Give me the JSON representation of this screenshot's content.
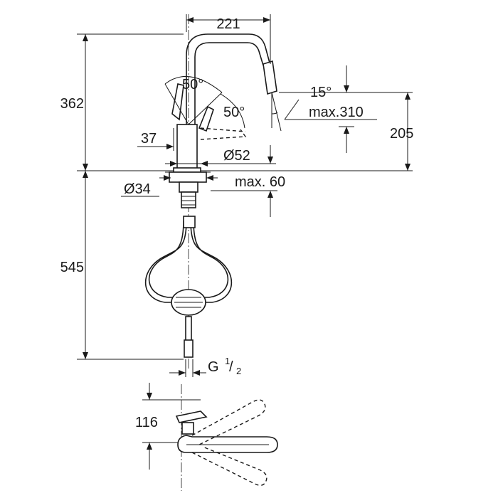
{
  "dimensions": {
    "spout_reach": "221",
    "total_height": "362",
    "lever_angle_top": "50°",
    "lever_angle_side": "50°",
    "spray_angle": "15°",
    "spray_max": "max.310",
    "spout_height": "205",
    "lever_offset": "37",
    "base_diameter": "Ø52",
    "hole_diameter": "Ø34",
    "deck_thickness": "max. 60",
    "hose_length": "545",
    "connection_thread": "G",
    "connection_fraction_num": "1",
    "connection_fraction_den": "2",
    "top_view_depth": "116"
  }
}
